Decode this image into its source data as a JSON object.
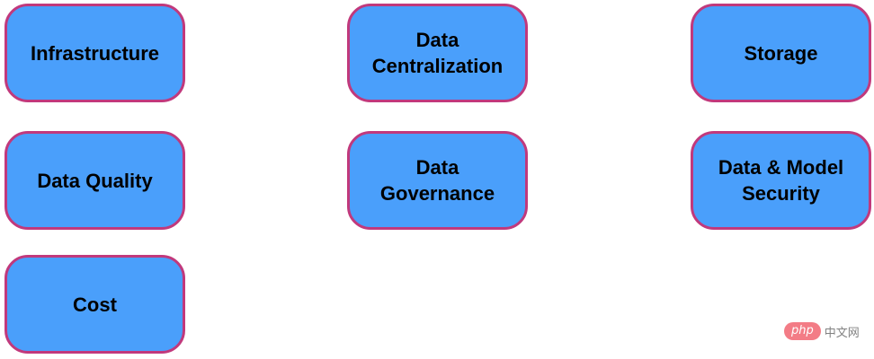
{
  "diagram": {
    "nodes": [
      {
        "id": "infrastructure",
        "lines": [
          "Infrastructure"
        ]
      },
      {
        "id": "data-centralization",
        "lines": [
          "Data",
          "Centralization"
        ]
      },
      {
        "id": "storage",
        "lines": [
          "Storage"
        ]
      },
      {
        "id": "data-quality",
        "lines": [
          "Data Quality"
        ]
      },
      {
        "id": "data-governance",
        "lines": [
          "Data",
          "Governance"
        ]
      },
      {
        "id": "data-model-security",
        "lines": [
          "Data & Model",
          "Security"
        ]
      },
      {
        "id": "cost",
        "lines": [
          "Cost"
        ]
      }
    ],
    "colors": {
      "node_fill": "#4a9ffb",
      "node_border": "#c1397c",
      "text": "#000000"
    }
  },
  "watermark": {
    "logo_text": "php",
    "site_text": "中文网"
  }
}
